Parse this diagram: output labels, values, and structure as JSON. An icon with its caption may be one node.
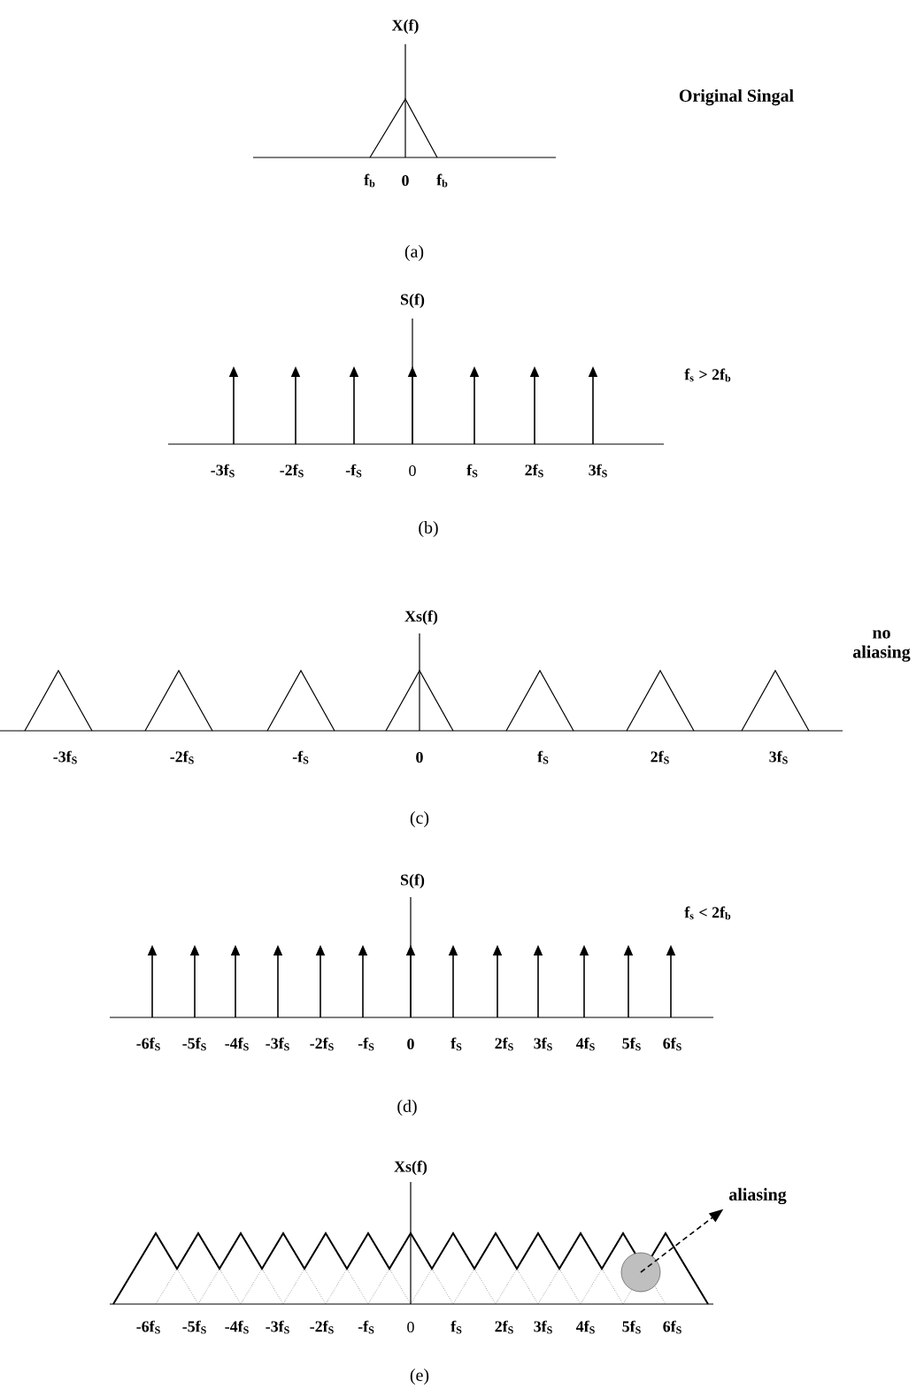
{
  "diagram": {
    "nodes": [
      {
        "text": [
          "aliasing"
        ]
      },
      {
        "text": [],
        "shape": "circle"
      }
    ],
    "edges": [
      {
        "from": 1,
        "to": 0,
        "arrow": "to",
        "style": "dashed"
      }
    ],
    "labels": [
      "X(f)",
      "Original Singal",
      "f$_{b}$",
      "0",
      "f$_{b}$",
      "(a)",
      "S(f)",
      "f$_{s}$ > 2f$_{b}$",
      "-3f$_{S}$",
      "-2f$_{S}$",
      "-f$_{S}$",
      "0",
      "f$_{S}$",
      "2f$_{S}$",
      "3f$_{S}$",
      "(b)",
      "Xs(f)",
      "no aliasing",
      "-3f$_{S}$",
      "-2f$_{S}$",
      "-f$_{S}$",
      "0",
      "f$_{S}$",
      "2f$_{S}$",
      "3f$_{S}$",
      "(c)",
      "S(f)",
      "f$_{s}$ < 2f$_{b}$",
      "-6f$_{S}$",
      "-5f$_{S}$",
      "-4f$_{S}$",
      "-3f$_{S}$",
      "-2f$_{S}$",
      "-f$_{S}$",
      "0",
      "f$_{S}$",
      "2f$_{S}$",
      "3f$_{S}$",
      "4f$_{S}$",
      "5f$_{S}$",
      "6f$_{S}$",
      "(d)",
      "Xs(f)",
      "-6f$_{S}$",
      "-5f$_{S}$",
      "-4f$_{S}$",
      "-3f$_{S}$",
      "-2f$_{S}$",
      "-f$_{S}$",
      "0",
      "f$_{S}$",
      "2f$_{S}$",
      "3f$_{S}$",
      "4f$_{S}$",
      "5f$_{S}$",
      "6f$_{S}$",
      "(e)"
    ]
  }
}
